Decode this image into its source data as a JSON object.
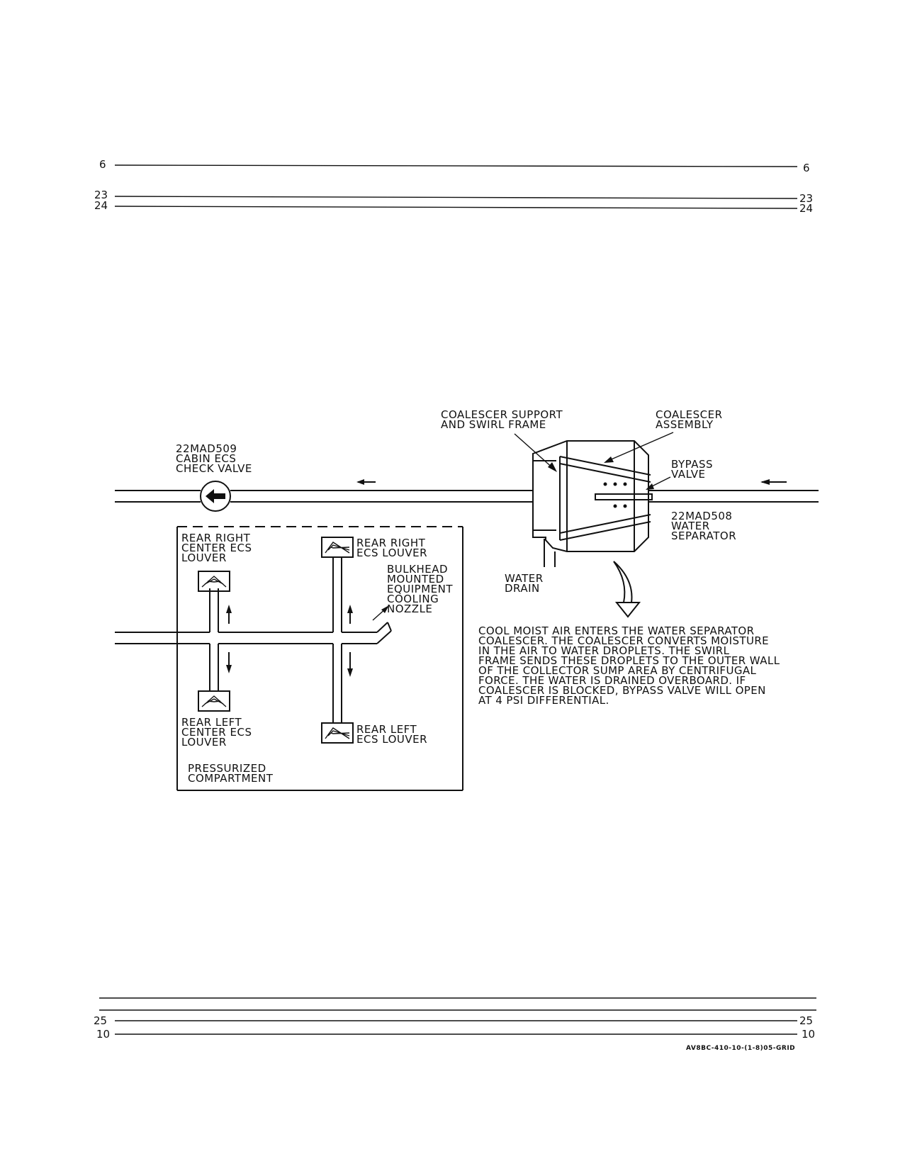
{
  "grid": {
    "top_left": [
      "6",
      "23",
      "24"
    ],
    "top_right": [
      "6",
      "23",
      "24"
    ],
    "bottom_left": [
      "25",
      "10"
    ],
    "bottom_right": [
      "25",
      "10"
    ],
    "figure_code": "AV8BC-410-10-(1-8)05-GRID"
  },
  "labels": {
    "check_valve": [
      "22MAD509",
      "CABIN ECS",
      "CHECK VALVE"
    ],
    "coalescer_support": [
      "COALESCER SUPPORT",
      "AND SWIRL FRAME"
    ],
    "coalescer_assembly": [
      "COALESCER",
      "ASSEMBLY"
    ],
    "bypass_valve": [
      "BYPASS",
      "VALVE"
    ],
    "water_separator": [
      "22MAD508",
      "WATER",
      "SEPARATOR"
    ],
    "water_drain": [
      "WATER",
      "DRAIN"
    ],
    "rear_right_center": [
      "REAR RIGHT",
      "CENTER ECS",
      "LOUVER"
    ],
    "rear_right": [
      "REAR RIGHT",
      "ECS LOUVER"
    ],
    "bulkhead": [
      "BULKHEAD",
      "MOUNTED",
      "EQUIPMENT",
      "COOLING",
      "NOZZLE"
    ],
    "rear_left_center": [
      "REAR LEFT",
      "CENTER ECS",
      "LOUVER"
    ],
    "rear_left": [
      "REAR LEFT",
      "ECS LOUVER"
    ],
    "pressurized": [
      "PRESSURIZED",
      "COMPARTMENT"
    ]
  },
  "description": [
    "COOL MOIST AIR ENTERS THE WATER SEPARATOR",
    "COALESCER. THE COALESCER CONVERTS MOISTURE",
    "IN THE AIR TO WATER DROPLETS. THE SWIRL",
    "FRAME SENDS THESE DROPLETS TO THE OUTER WALL",
    "OF THE COLLECTOR SUMP AREA BY CENTRIFUGAL",
    "FORCE. THE WATER IS DRAINED OVERBOARD. IF",
    "COALESCER IS BLOCKED, BYPASS VALVE WILL OPEN",
    "AT 4 PSI DIFFERENTIAL."
  ]
}
